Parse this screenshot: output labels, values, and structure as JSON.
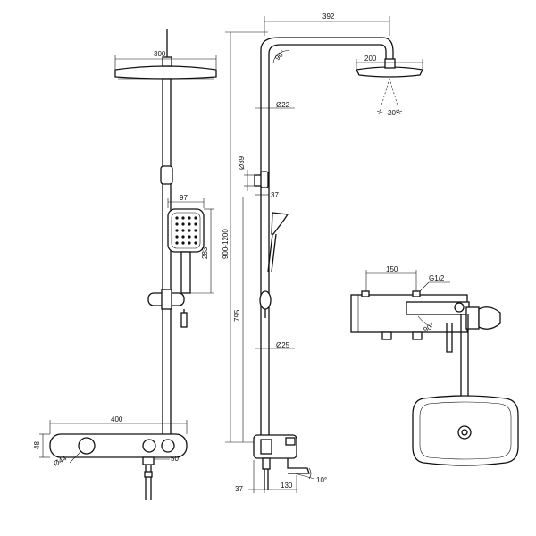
{
  "dimensions": {
    "front_showerhead_width": "300",
    "front_handshower_width": "97",
    "front_handshower_height": "283",
    "front_thermostat_width": "400",
    "front_thermostat_height": "48",
    "front_knob_diameter": "Ø44",
    "front_spout_offset": "50",
    "side_arm_reach": "392",
    "side_arm_angle": "90°",
    "side_head_width": "200",
    "side_head_tilt": "20°",
    "side_pipe_upper_dia": "Ø22",
    "side_bracket_dia": "Ø39",
    "side_bracket_depth": "37",
    "side_total_height": "900-1200",
    "side_pipe_height": "795",
    "side_pipe_lower_dia": "Ø25",
    "side_wall_offset": "37",
    "side_spout_projection": "130",
    "side_spout_angle": "10°",
    "top_inlet_spacing": "150",
    "top_thread": "G1/2",
    "top_swivel_angle": "90°"
  },
  "colors": {
    "line": "#111111",
    "background": "#ffffff"
  }
}
